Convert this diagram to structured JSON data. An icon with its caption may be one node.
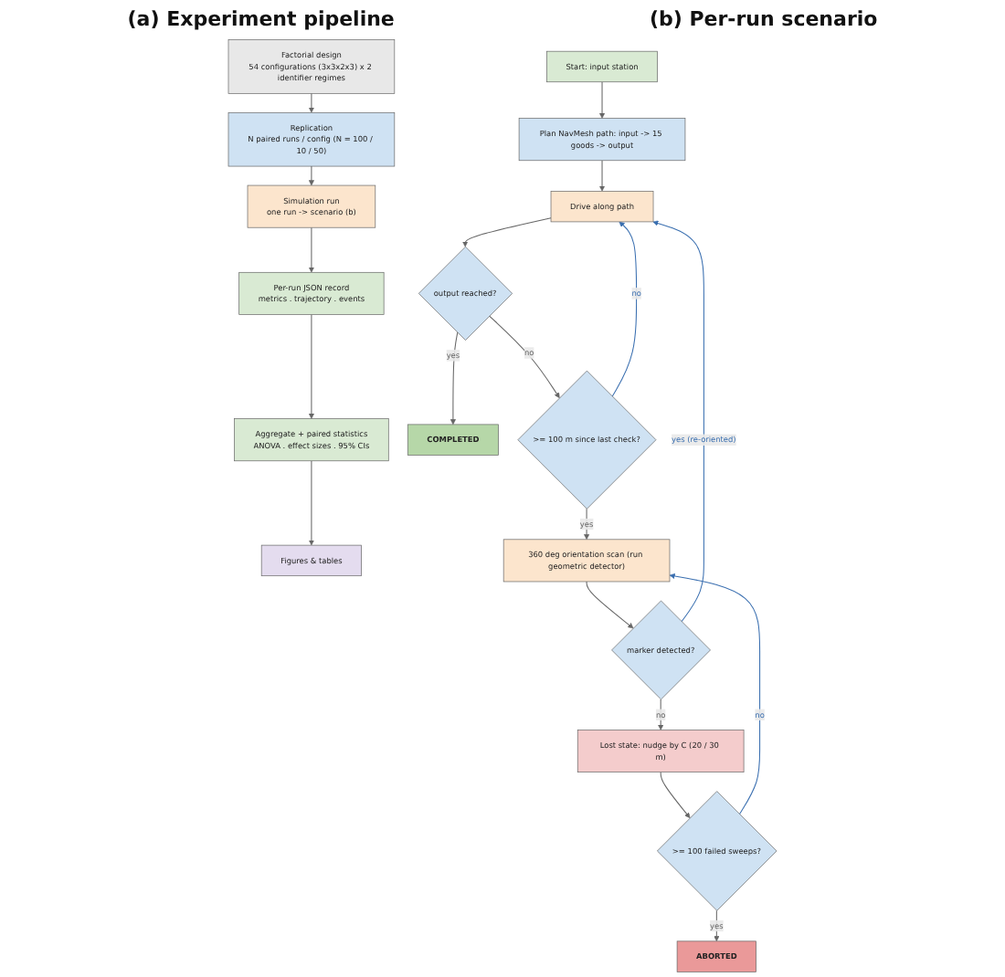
{
  "diagram": {
    "nodes": [
      {
        "text": [
          "Factorial design",
          "54 configurations (3x3x2x3) x 2 identifier regimes"
        ]
      },
      {
        "text": [
          "Replication",
          "N paired runs / config (N = 100 / 10 / 50)"
        ]
      },
      {
        "text": [
          "Simulation run",
          "one run -> scenario (b)"
        ]
      },
      {
        "text": [
          "Per-run JSON record",
          "metrics . trajectory . events"
        ]
      },
      {
        "text": [
          "Aggregate + paired statistics",
          "ANOVA . effect sizes . 95% CIs"
        ]
      },
      {
        "text": [
          "Figures & tables"
        ]
      },
      {
        "text": [
          "Start: input station"
        ]
      },
      {
        "text": [
          "Plan NavMesh path: input -> 15 goods -> output"
        ]
      },
      {
        "text": [
          "Drive along path"
        ]
      },
      {
        "text": [
          "output reached?"
        ]
      },
      {
        "text": [
          "COMPLETED"
        ]
      },
      {
        "text": [
          ">= 100 m since last check?"
        ]
      },
      {
        "text": [
          "360 deg orientation scan (run geometric detector)"
        ]
      },
      {
        "text": [
          "marker detected?"
        ]
      },
      {
        "text": [
          "Lost state: nudge by C (20 / 30 m)"
        ]
      },
      {
        "text": [
          ">= 100 failed sweeps?"
        ]
      },
      {
        "text": [
          "ABORTED"
        ]
      }
    ],
    "edges": [
      {
        "from": 0,
        "to": 1,
        "arrow": "to"
      },
      {
        "from": 1,
        "to": 2,
        "arrow": "to"
      },
      {
        "from": 2,
        "to": 3,
        "arrow": "to"
      },
      {
        "from": 3,
        "to": 4,
        "arrow": "to"
      },
      {
        "from": 4,
        "to": 5,
        "arrow": "to"
      },
      {
        "from": 6,
        "to": 7,
        "arrow": "to"
      },
      {
        "from": 7,
        "to": 8,
        "arrow": "to"
      },
      {
        "from": 8,
        "to": 9,
        "arrow": "to"
      },
      {
        "from": 9,
        "to": 10,
        "arrow": "to",
        "label": "yes"
      },
      {
        "from": 9,
        "to": 11,
        "arrow": "to",
        "label": "no"
      },
      {
        "from": 11,
        "to": 8,
        "arrow": "to",
        "label": "no",
        "color": "#3a6fb0"
      },
      {
        "from": 11,
        "to": 12,
        "arrow": "to",
        "label": "yes"
      },
      {
        "from": 12,
        "to": 13,
        "arrow": "to"
      },
      {
        "from": 13,
        "to": 8,
        "arrow": "to",
        "label": "yes (re-oriented)",
        "color": "#3a6fb0"
      },
      {
        "from": 13,
        "to": 14,
        "arrow": "to",
        "label": "no"
      },
      {
        "from": 14,
        "to": 15,
        "arrow": "to"
      },
      {
        "from": 15,
        "to": 16,
        "arrow": "to",
        "label": "yes"
      },
      {
        "from": 15,
        "to": 12,
        "arrow": "to",
        "label": "no",
        "color": "#3a6fb0"
      }
    ],
    "labels": [
      "(a) Experiment pipeline",
      "(b) Per-run scenario"
    ]
  }
}
